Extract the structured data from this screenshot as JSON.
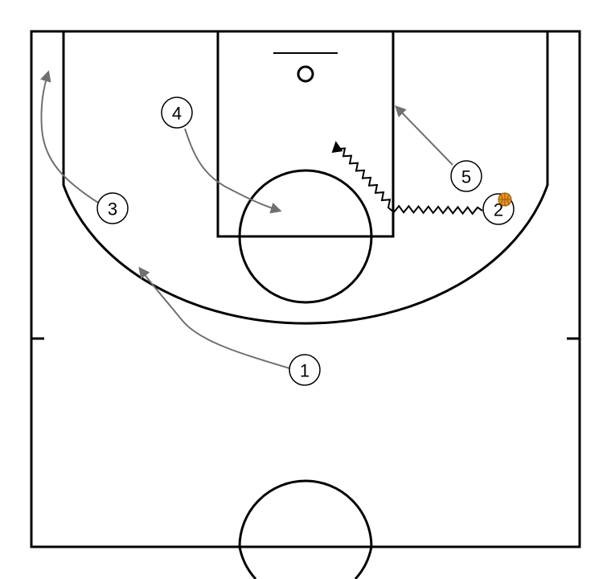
{
  "colors": {
    "court_line": "#000000",
    "movement_arrow": "#707070",
    "dribble_line": "#000000",
    "ball": "#E8951E",
    "background": "#ffffff"
  },
  "players": [
    {
      "id": "player-1",
      "label": "1"
    },
    {
      "id": "player-2",
      "label": "2",
      "has_ball": true
    },
    {
      "id": "player-3",
      "label": "3"
    },
    {
      "id": "player-4",
      "label": "4"
    },
    {
      "id": "player-5",
      "label": "5"
    }
  ],
  "actions": [
    {
      "type": "cut",
      "player": "1"
    },
    {
      "type": "cut",
      "player": "3"
    },
    {
      "type": "cut",
      "player": "4"
    },
    {
      "type": "cut",
      "player": "5"
    },
    {
      "type": "dribble",
      "player": "2"
    }
  ]
}
